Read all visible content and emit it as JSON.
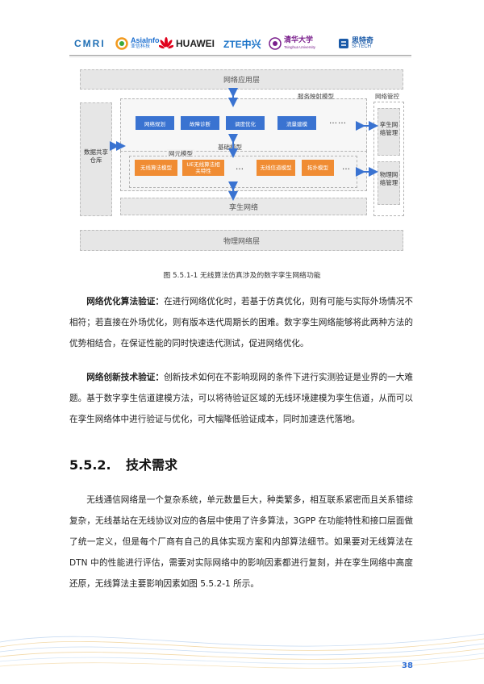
{
  "header": {
    "logos": [
      {
        "name": "CMRI"
      },
      {
        "name": "AsiaInfo",
        "sub": "亚信科技"
      },
      {
        "name": "HUAWEI"
      },
      {
        "name": "ZTE中兴"
      },
      {
        "name": "清华大学",
        "sub": "Tsinghua University"
      },
      {
        "name": "思特奇",
        "sub": "SI-TECH"
      }
    ],
    "colors": {
      "cmri": "#1f6fb5",
      "asiainfo": "#1a6dcf",
      "huawei": "#e0001b",
      "zte": "#1a73c8",
      "tsinghua": "#7a1e8c",
      "sitech": "#1a5aa8"
    }
  },
  "diagram": {
    "network_app_layer": "网络应用层",
    "service_mapping_model": "服务映射模型",
    "network_management": "网络管控",
    "data_repo": "数据共享仓库",
    "service_boxes": [
      "网络规划",
      "故障诊断",
      "调度优化",
      "流量建模"
    ],
    "ellipsis": "……",
    "basic_model": "基础模型",
    "network_element_model": "网元模型",
    "element_boxes": [
      "无线算法模型",
      "UE无线算法相关特性",
      "无线信道模型",
      "拓扑模型"
    ],
    "dots": "…",
    "twin_network": "孪生网络",
    "twin_mgmt": "孪生网络管理",
    "physical_mgmt": "物理网络管理",
    "physical_layer": "物理网络层",
    "colors": {
      "blue": "#3a73d1",
      "orange": "#f08c33",
      "arrow": "#3a73d1",
      "grey": "#e6e6e6"
    }
  },
  "caption": "图 5.5.1-1 无线算法仿真涉及的数字孪生网络功能",
  "para1": {
    "bold": "网络优化算法验证：",
    "text": "在进行网络优化时，若基于仿真优化，则有可能与实际外场情况不相符；若直接在外场优化，则有版本迭代周期长的困难。数字孪生网络能够将此两种方法的优势相结合，在保证性能的同时快速迭代测试，促进网络优化。"
  },
  "para2": {
    "bold": "网络创新技术验证：",
    "text": "创新技术如何在不影响现网的条件下进行实测验证是业界的一大难题。基于数字孪生信道建模方法，可以将待验证区域的无线环境建模为孪生信道，从而可以在孪生网络体中进行验证与优化，可大幅降低验证成本，同时加速迭代落地。"
  },
  "section": {
    "number": "5.5.2.",
    "title": "技术需求"
  },
  "para3": "无线通信网络是一个复杂系统，单元数量巨大，种类繁多，相互联系紧密而且关系错综复杂，无线基站在无线协议对应的各层中使用了许多算法，3GPP 在功能特性和接口层面做了统一定义，但是每个厂商有自己的具体实现方案和内部算法细节。如果要对无线算法在 DTN 中的性能进行评估，需要对实际网络中的影响因素都进行复刻，并在孪生网络中高度还原，无线算法主要影响因素如图 5.5.2-1 所示。",
  "page_number": "38"
}
